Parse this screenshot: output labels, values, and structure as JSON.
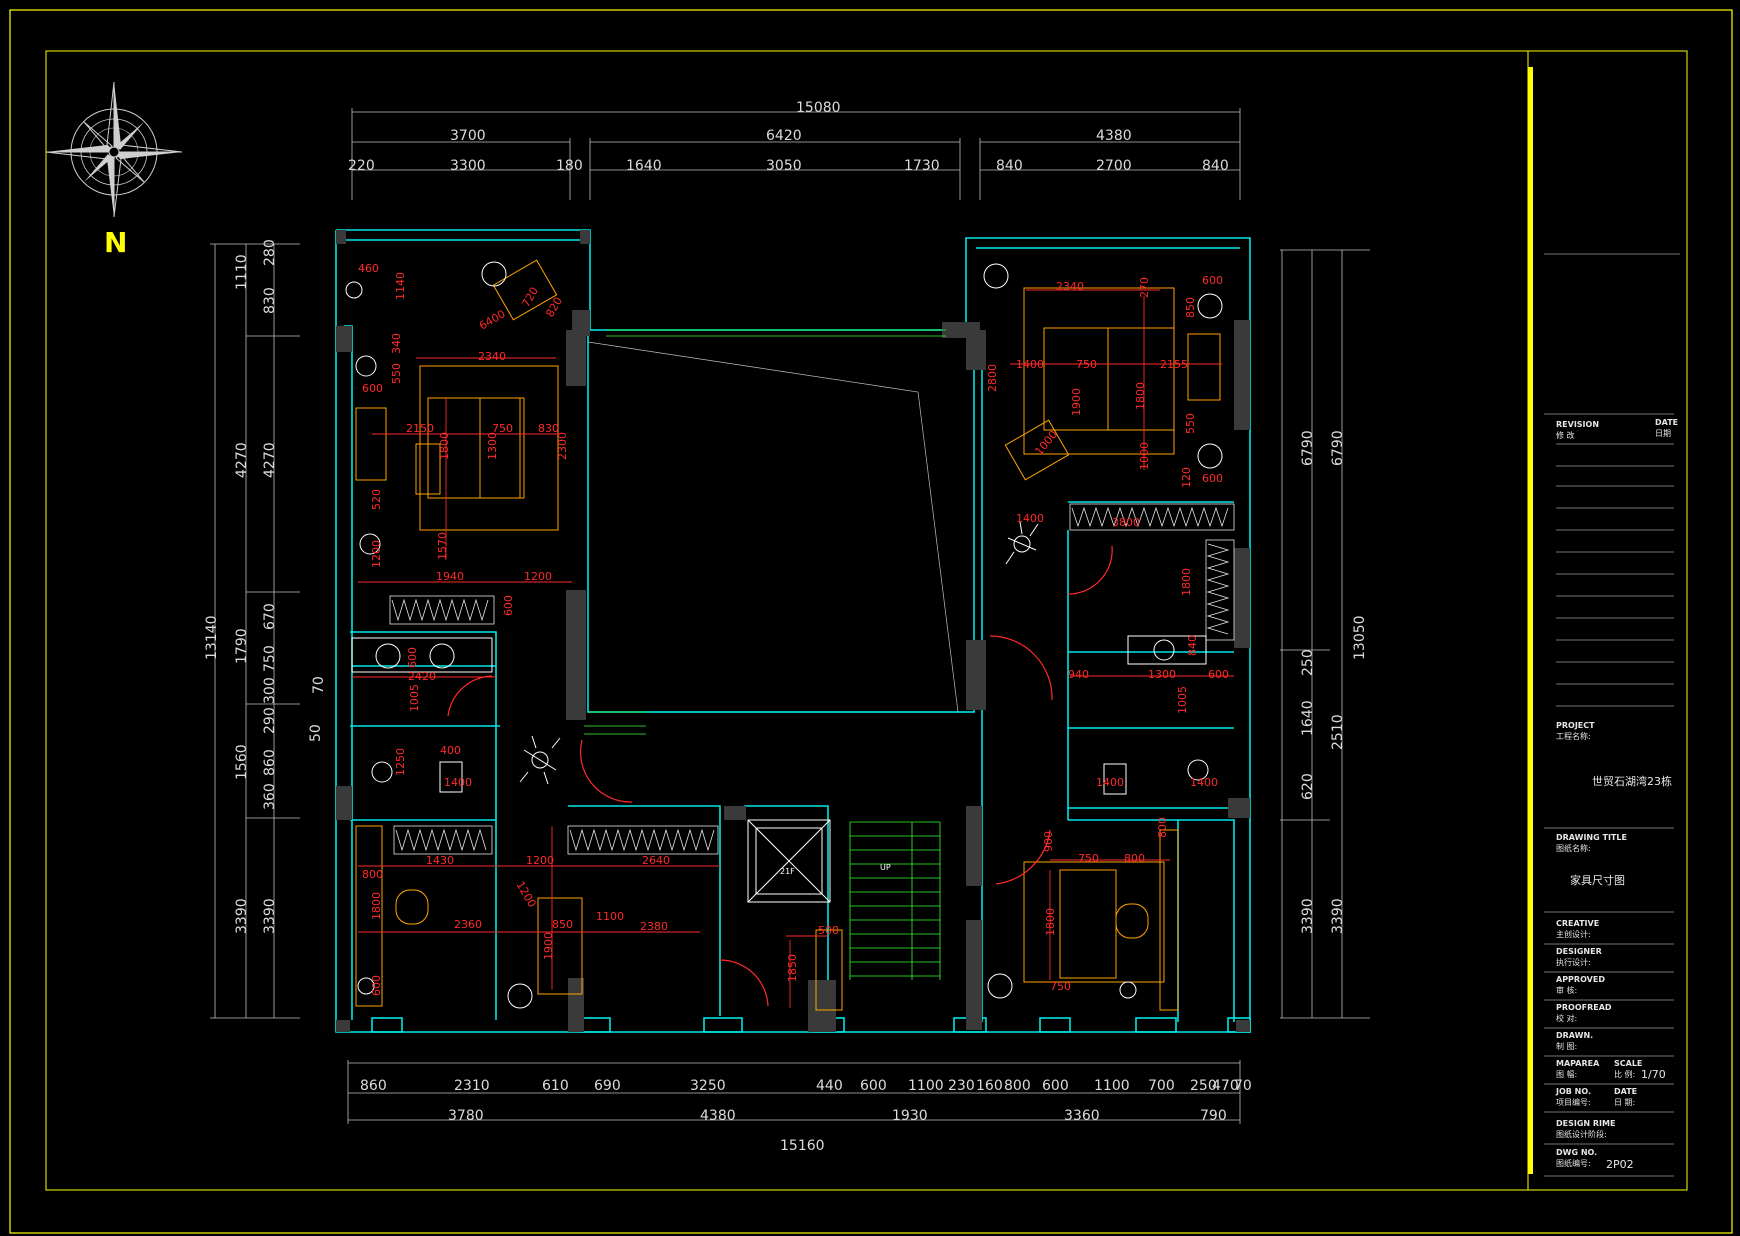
{
  "north_label": "N",
  "dims": {
    "top_total": "15080",
    "top_mid": [
      "3700",
      "6420",
      "4380"
    ],
    "top_detail": [
      "220",
      "3300",
      "180",
      "1640",
      "3050",
      "1730",
      "840",
      "2700",
      "840"
    ],
    "bottom_detail": [
      "860",
      "2310",
      "610",
      "690",
      "3250",
      "440",
      "600",
      "1100",
      "230",
      "160",
      "800",
      "600",
      "1100",
      "700",
      "250",
      "470",
      "70"
    ],
    "bottom_mid": [
      "3780",
      "4380",
      "1930",
      "3360",
      "790"
    ],
    "bottom_total": "15160",
    "left_total": "13140",
    "left_outer": [
      "1110",
      "4270",
      "1790",
      "1560",
      "3390"
    ],
    "left_inner": [
      "280",
      "830",
      "4270",
      "670",
      "750",
      "300",
      "290",
      "860",
      "360",
      "3390"
    ],
    "left_small": [
      "70",
      "50"
    ],
    "right_total": "13050",
    "right_outer": [
      "6790",
      "2510",
      "3390"
    ],
    "right_inner": [
      "6790",
      "250",
      "1640",
      "620",
      "3390"
    ]
  },
  "red_dims": [
    "460",
    "1140",
    "720",
    "6400",
    "820",
    "600",
    "550",
    "340",
    "2340",
    "2150",
    "750",
    "830",
    "1800",
    "1300",
    "2300",
    "1570",
    "520",
    "1200",
    "1940",
    "1200",
    "600",
    "2420",
    "600",
    "1005",
    "1250",
    "400",
    "1400",
    "2340",
    "270",
    "600",
    "850",
    "1400",
    "750",
    "2155",
    "1900",
    "1800",
    "2800",
    "550",
    "1000",
    "120",
    "1000",
    "600",
    "1400",
    "3800",
    "1800",
    "840",
    "940",
    "1300",
    "600",
    "1005",
    "1400",
    "1400",
    "800",
    "1430",
    "1200",
    "2640",
    "2360",
    "850",
    "1900",
    "2380",
    "1200",
    "600",
    "1800",
    "1100",
    "500",
    "1850",
    "750",
    "800",
    "1800",
    "750",
    "800",
    "900"
  ],
  "stair_label": "UP",
  "elevator_label": "21F",
  "title_block": {
    "revision": "REVISION",
    "revision_cn": "修 改",
    "date": "DATE",
    "date_cn": "日期",
    "project": "PROJECT",
    "project_cn": "工程名称:",
    "project_name": "世贸石湖湾23栋",
    "drawing_title": "DRAWING TITLE",
    "drawing_title_cn": "图纸名称:",
    "drawing_name": "家具尺寸图",
    "creative": "CREATIVE",
    "creative_cn": "主创设计:",
    "designer": "DESIGNER",
    "designer_cn": "执行设计:",
    "approved": "APPROVED",
    "approved_cn": "审 核:",
    "proofread": "PROOFREAD",
    "proofread_cn": "校 对:",
    "drawn": "DRAWN.",
    "drawn_cn": "制 图:",
    "maparea": "MAPAREA",
    "maparea_cn": "图 幅:",
    "scale": "SCALE",
    "scale_cn": "比 例:",
    "scale_value": "1/70",
    "job_no": "JOB NO.",
    "job_no_cn": "项目编号:",
    "date2": "DATE",
    "date2_cn": "日 期:",
    "design_rime": "DESIGN RIME",
    "design_rime_cn": "图纸设计阶段:",
    "dwg_no": "DWG NO.",
    "dwg_no_cn": "图纸编号:",
    "dwg_value": "2P02"
  },
  "colors": {
    "frame": "#ffff00",
    "wall": "#00e5e5",
    "dimension": "#ff2a2a",
    "furniture": "#ffa500",
    "grey_text": "#dcdcdc",
    "fixture": "#ffffff",
    "green": "#33ff33",
    "magenta": "#ff00ff"
  }
}
